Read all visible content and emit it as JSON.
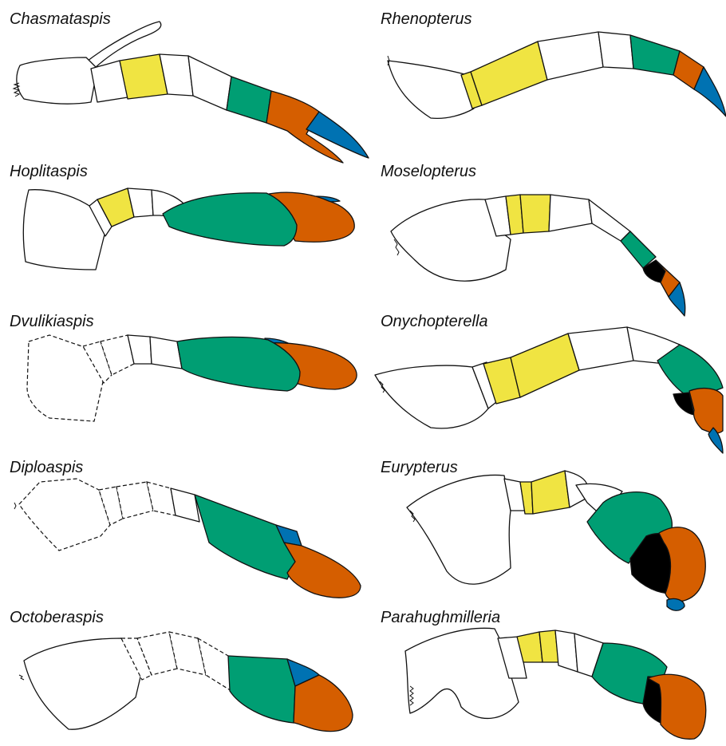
{
  "colors": {
    "coxa": "#ffffff",
    "segment_yellow": "#f0e442",
    "segment_green": "#009e73",
    "segment_orange": "#d55e00",
    "segment_blue": "#0072b2",
    "segment_black": "#000000",
    "outline": "#111111"
  },
  "legend": [],
  "appendages": [
    {
      "id": "chasmataspis",
      "label": "Chasmataspis"
    },
    {
      "id": "rhenopterus",
      "label": "Rhenopterus"
    },
    {
      "id": "hoplitaspis",
      "label": "Hoplitaspis"
    },
    {
      "id": "moselopterus",
      "label": "Moselopterus"
    },
    {
      "id": "dvulikiaspis",
      "label": "Dvulikiaspis"
    },
    {
      "id": "onychopterella",
      "label": "Onychopterella"
    },
    {
      "id": "diploaspis",
      "label": "Diploaspis"
    },
    {
      "id": "eurypterus",
      "label": "Eurypterus"
    },
    {
      "id": "octoberaspis",
      "label": "Octoberaspis"
    },
    {
      "id": "parahughmilleria",
      "label": "Parahughmilleria"
    }
  ]
}
